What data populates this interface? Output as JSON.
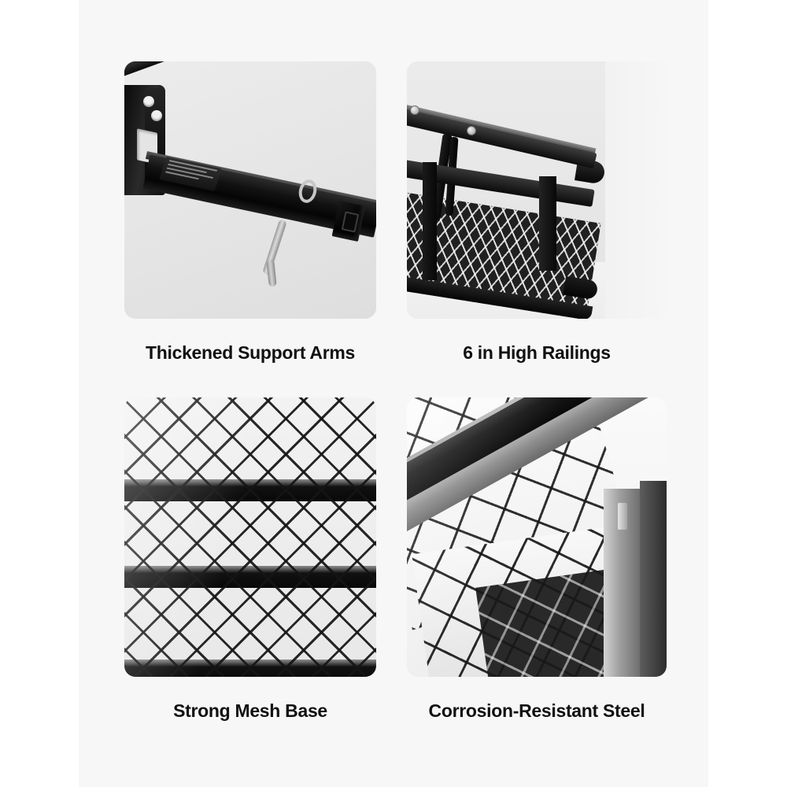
{
  "page": {
    "background_color": "#ffffff",
    "panel_color": "#f7f7f7",
    "caption_color": "#111111"
  },
  "features": [
    {
      "id": "thickened-support-arms",
      "caption": "Thickened Support Arms",
      "image_alt": "Close-up of a black powder-coated square steel support arm with mounting bracket, product label, pull pin and ring"
    },
    {
      "id": "high-railings",
      "caption": "6 in High Railings",
      "image_alt": "Side view of the cargo carrier showing the raised black railing above the mesh deck"
    },
    {
      "id": "strong-mesh-base",
      "caption": "Strong Mesh Base",
      "image_alt": "Macro view of the diamond expanded-metal mesh base with horizontal reinforcing cross bars"
    },
    {
      "id": "corrosion-resistant-steel",
      "caption": "Corrosion-Resistant Steel",
      "image_alt": "Diagonal steel frame rail crossing over the mesh grating, showing the protective finish"
    }
  ]
}
